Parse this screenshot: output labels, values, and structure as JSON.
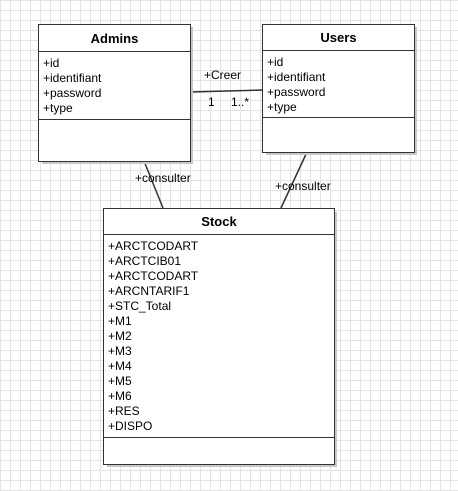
{
  "diagram": {
    "classes": {
      "admins": {
        "name": "Admins",
        "attributes": [
          "+id",
          "+identifiant",
          "+password",
          "+type"
        ]
      },
      "users": {
        "name": "Users",
        "attributes": [
          "+id",
          "+identifiant",
          "+password",
          "+type"
        ]
      },
      "stock": {
        "name": "Stock",
        "attributes": [
          "+ARCTCODART",
          "+ARCTCIB01",
          "+ARCTCODART",
          "+ARCNTARIF1",
          "+STC_Total",
          "+M1",
          "+M2",
          "+M3",
          "+M4",
          "+M5",
          "+M6",
          "+RES",
          "+DISPO"
        ]
      }
    },
    "relations": {
      "creer": {
        "label": "+Creer",
        "mult_source": "1",
        "mult_target": "1..*"
      },
      "admins_stock": {
        "label": "+consulter"
      },
      "users_stock": {
        "label": "+consulter"
      }
    }
  }
}
